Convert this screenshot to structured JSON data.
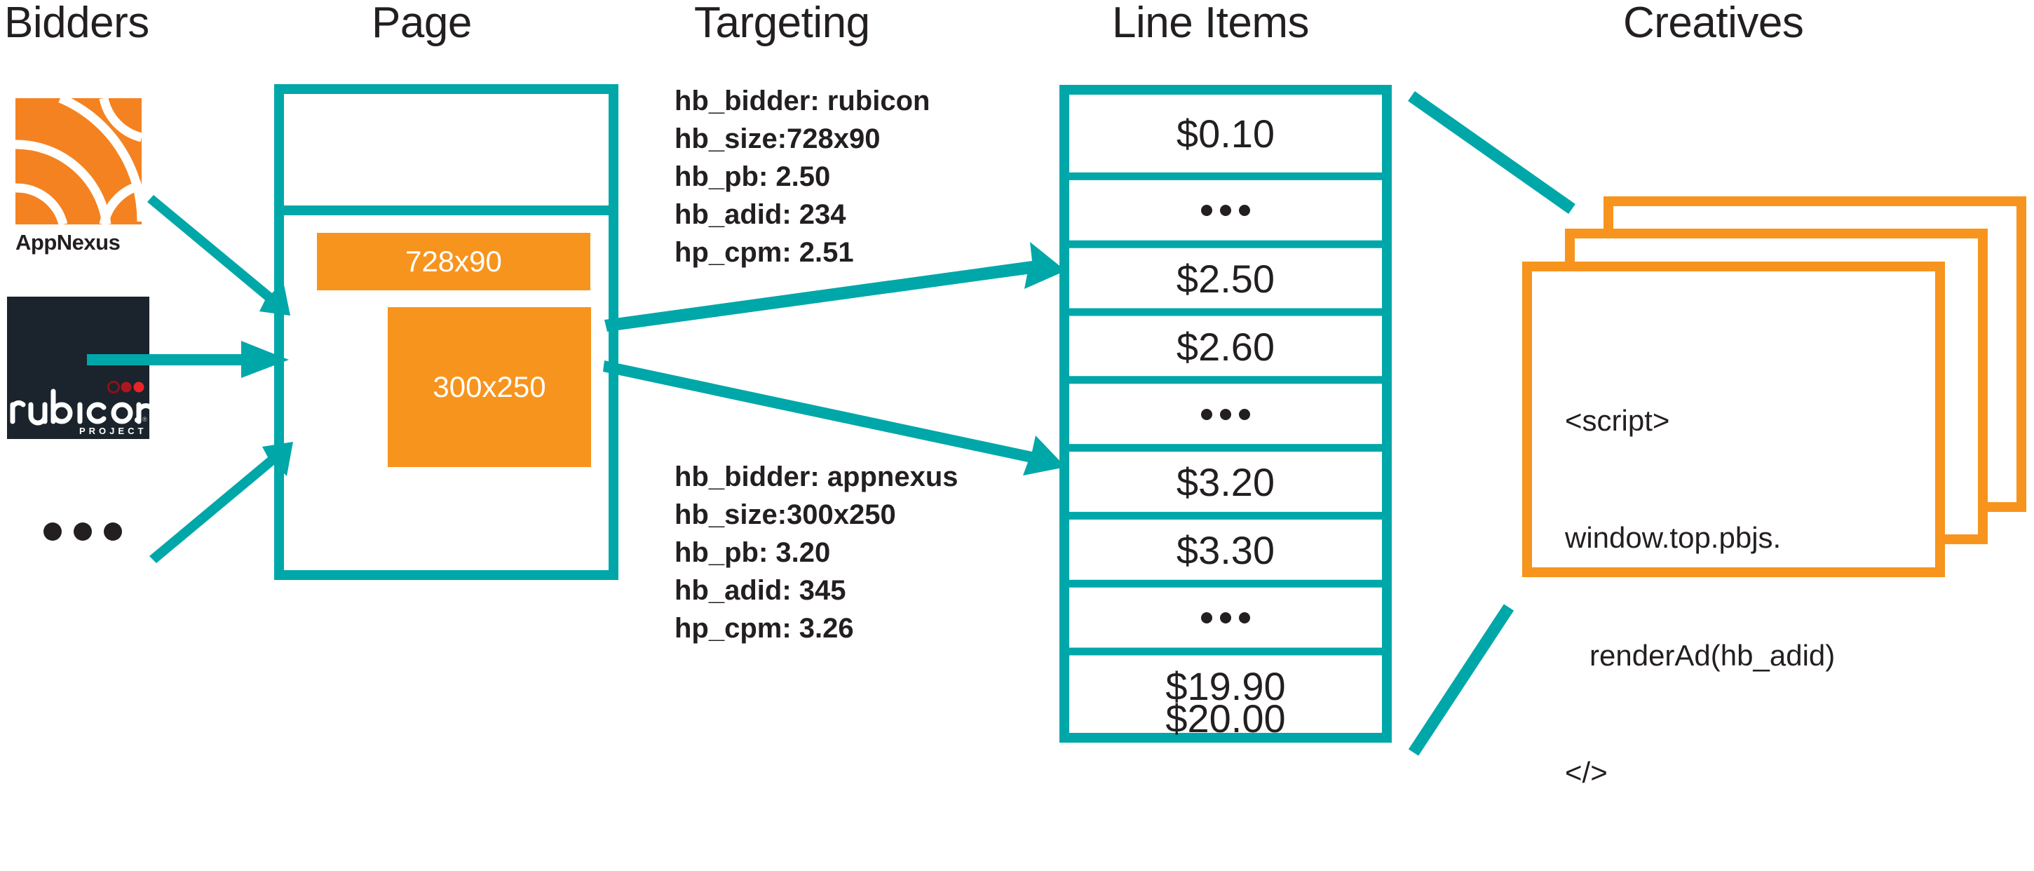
{
  "columns": [
    {
      "id": "bidders",
      "label": "Bidders"
    },
    {
      "id": "page",
      "label": "Page"
    },
    {
      "id": "targeting",
      "label": "Targeting"
    },
    {
      "id": "lineitems",
      "label": "Line Items"
    },
    {
      "id": "creatives",
      "label": "Creatives"
    }
  ],
  "colors": {
    "teal": "#00a7a9",
    "orange": "#f7941e",
    "orange_outline": "#f7941e",
    "ink": "#231f20",
    "rubicon_bg": "#1b242c",
    "rubicon_red": "#e8252a",
    "white": "#ffffff"
  },
  "bidders": {
    "logos": [
      {
        "name": "appnexus-logo",
        "caption": "AppNexus"
      },
      {
        "name": "rubicon-project-logo",
        "caption": "rubicon",
        "sub_caption": "PROJECT"
      }
    ],
    "more_indicator": "•••"
  },
  "page": {
    "header_slot_empty": "",
    "ad_slots": [
      {
        "id": "slot-728x90",
        "label": "728x90"
      },
      {
        "id": "slot-300x250",
        "label": "300x250"
      }
    ]
  },
  "targeting": {
    "blocks": [
      {
        "id": "targeting-rubicon",
        "lines": [
          "hb_bidder: rubicon",
          "hb_size:728x90",
          "hb_pb: 2.50",
          "hb_adid: 234",
          "hp_cpm: 2.51"
        ]
      },
      {
        "id": "targeting-appnexus",
        "lines": [
          "hb_bidder: appnexus",
          "hb_size:300x250",
          "hb_pb: 3.20",
          "hb_adid: 345",
          "hp_cpm: 3.26"
        ]
      }
    ]
  },
  "line_items": {
    "rows": [
      {
        "value": "$0.10",
        "type": "price"
      },
      {
        "value": "•••",
        "type": "ellipsis"
      },
      {
        "value": "$2.50",
        "type": "price"
      },
      {
        "value": "$2.60",
        "type": "price"
      },
      {
        "value": "•••",
        "type": "ellipsis"
      },
      {
        "value": "$3.20",
        "type": "price"
      },
      {
        "value": "$3.30",
        "type": "price"
      },
      {
        "value": "•••",
        "type": "ellipsis"
      },
      {
        "value": "$19.90",
        "type": "price"
      },
      {
        "value": "$20.00",
        "type": "price"
      }
    ]
  },
  "creatives": {
    "card_count": 3,
    "code_lines": [
      "<script>",
      "window.top.pbjs.",
      "   renderAd(hb_adid)",
      "</>"
    ]
  }
}
